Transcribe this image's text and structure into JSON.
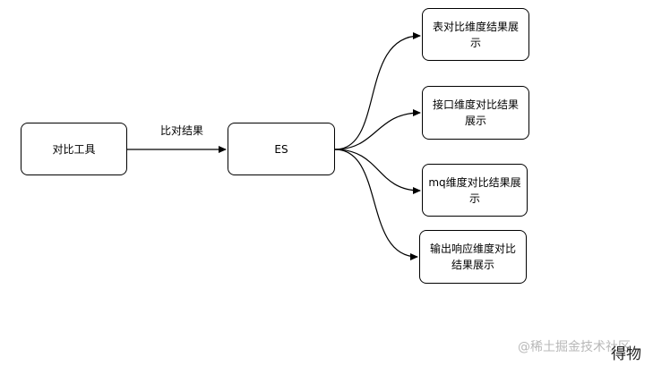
{
  "nodes": {
    "tool": "对比工具",
    "es": "ES",
    "table": "表对比维度结果展示",
    "api": "接口维度对比结果展示",
    "mq": "mq维度对比结果展示",
    "response": "输出响应维度对比结果展示"
  },
  "edges": {
    "tool_to_es": "比对结果"
  },
  "watermark": {
    "text": "@稀土掘金技术社区",
    "overlay": "得物"
  }
}
